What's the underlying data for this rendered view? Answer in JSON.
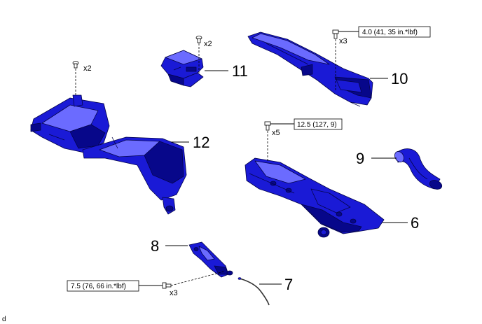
{
  "colors": {
    "part_fill": "#1a1ad6",
    "part_dark": "#07078a",
    "part_light": "#6b6bff",
    "outline": "#05054a"
  },
  "callouts": {
    "p6": "6",
    "p7": "7",
    "p8": "8",
    "p9": "9",
    "p10": "10",
    "p11": "11",
    "p12": "12"
  },
  "quantities": {
    "q12": "x2",
    "q11": "x2",
    "q10": "x3",
    "q6": "x5",
    "q8": "x3"
  },
  "torque_specs": {
    "t10": "4.0 (41, 35 in.*lbf)",
    "t6": "12.5 (127, 9)",
    "t8": "7.5 (76, 66 in.*lbf)"
  },
  "figure_code": "d"
}
